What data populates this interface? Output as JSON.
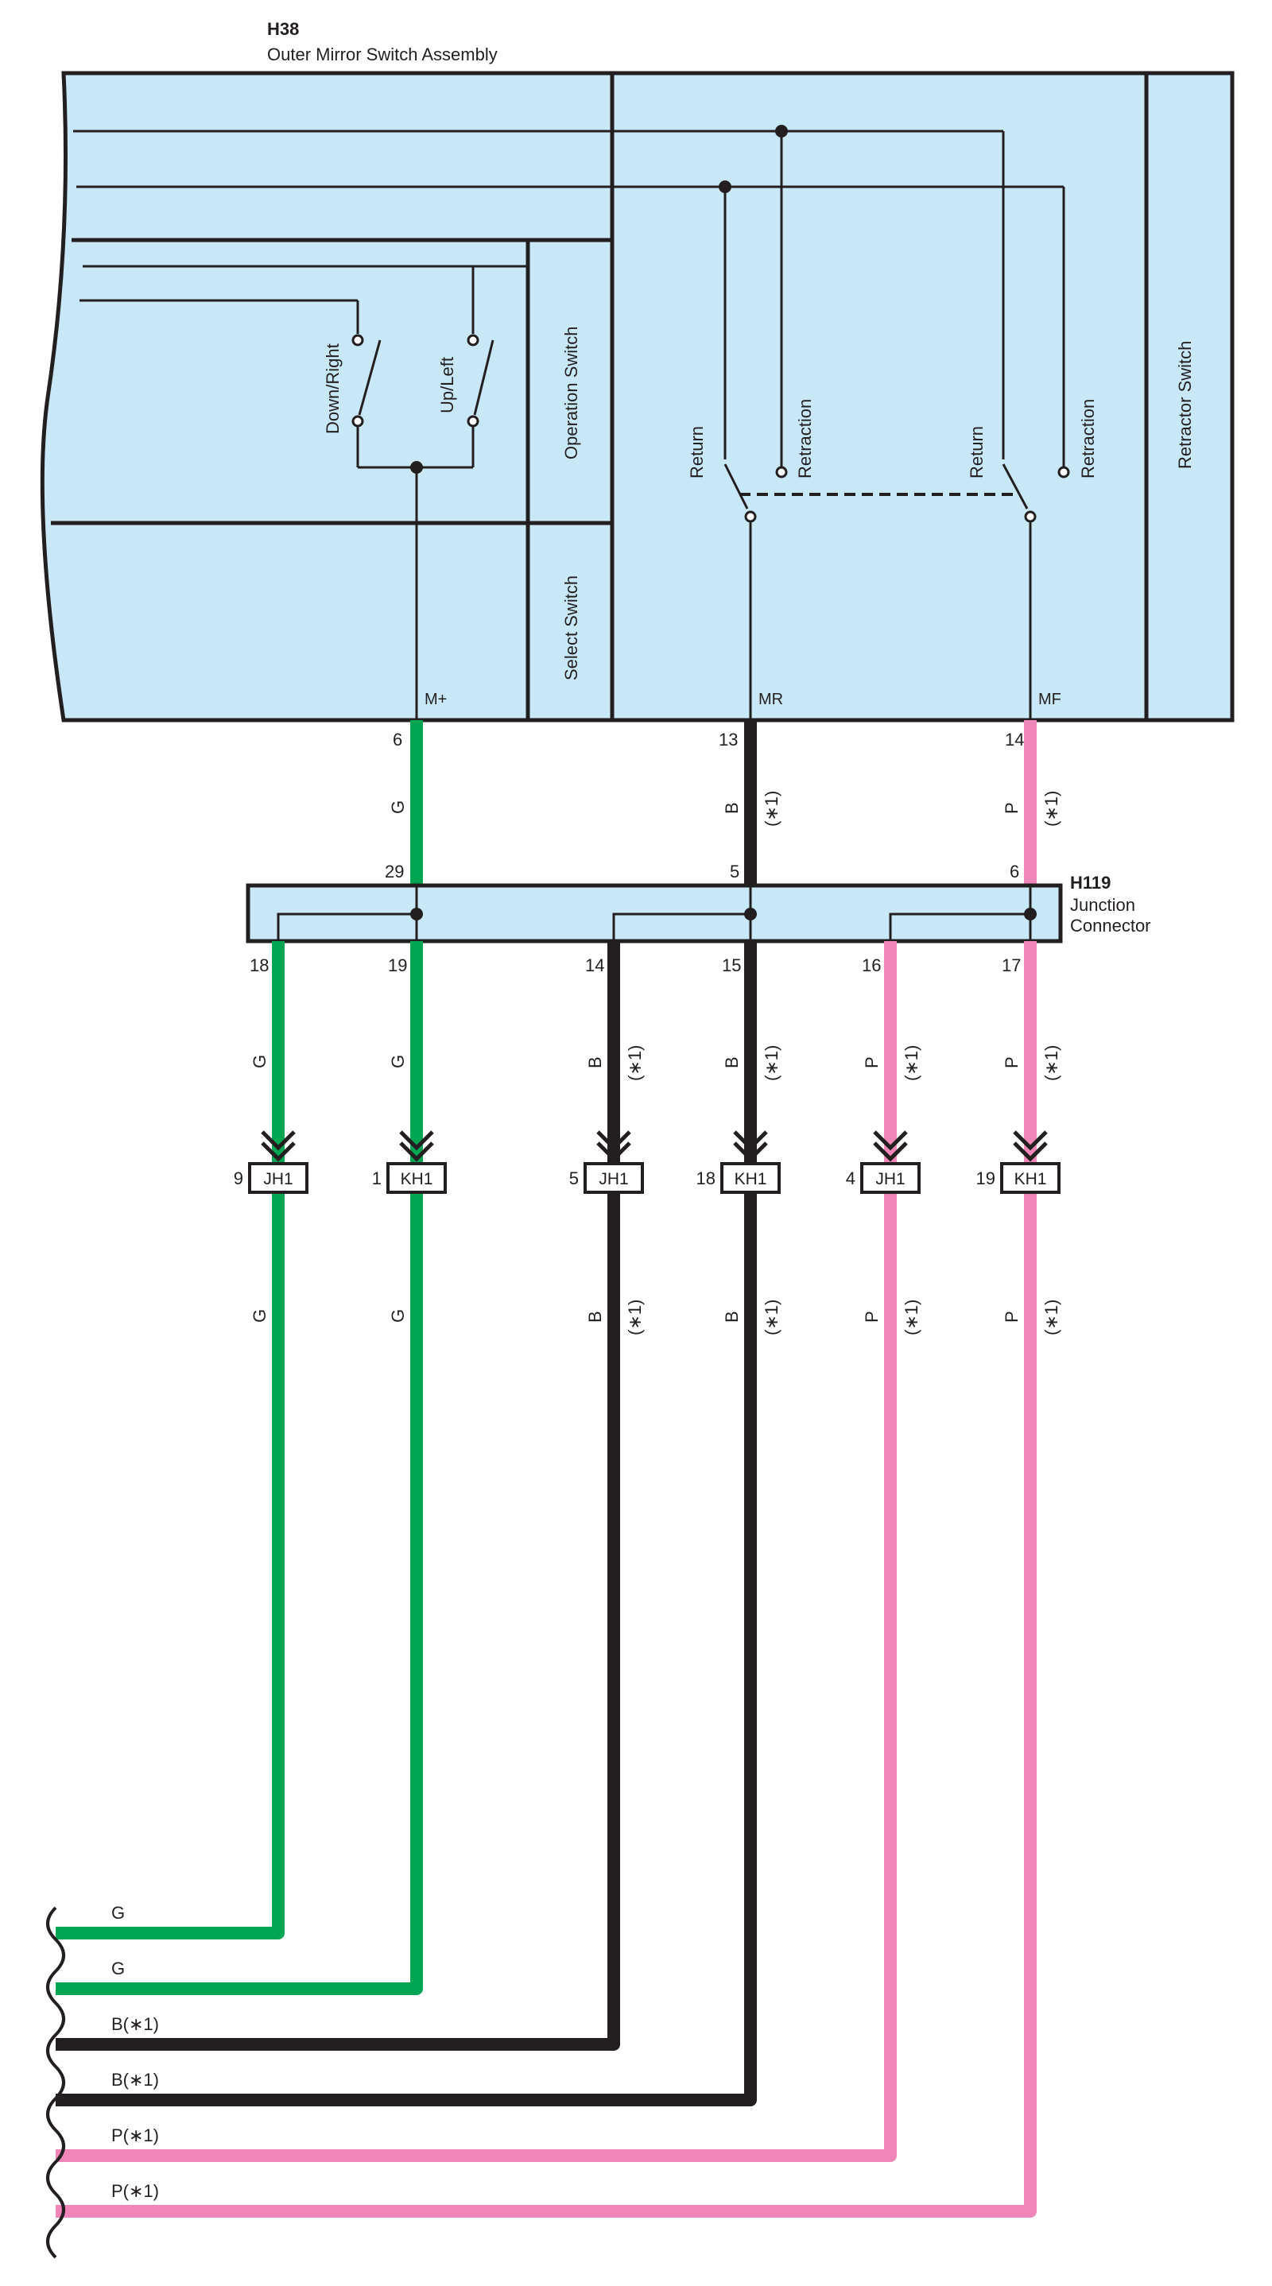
{
  "colors": {
    "G": "#00a651",
    "B": "#231f20",
    "P": "#ee86b8",
    "panel": "#c8e8f8"
  },
  "assembly": {
    "id": "H38",
    "name": "Outer Mirror Switch Assembly"
  },
  "switches": {
    "down_right": "Down/Right",
    "up_left": "Up/Left",
    "operation": "Operation Switch",
    "select": "Select Switch",
    "return": "Return",
    "retraction": "Retraction",
    "retractor": "Retractor Switch"
  },
  "terminals": {
    "m_plus": "M+",
    "mr": "MR",
    "mf": "MF"
  },
  "assembly_pins": {
    "m_plus": "6",
    "mr": "13",
    "mf": "14"
  },
  "junction": {
    "id": "H119",
    "name_line1": "Junction",
    "name_line2": "Connector",
    "in_pins": {
      "g": "29",
      "b": "5",
      "p": "6"
    }
  },
  "wire_code": {
    "g": "G",
    "b": "B",
    "p": "P",
    "note": "(∗1)"
  },
  "outputs": [
    {
      "pin": "18",
      "color": "G",
      "code": "G",
      "note": "",
      "conn_pin": "9",
      "conn": "JH1",
      "left_label": "G"
    },
    {
      "pin": "19",
      "color": "G",
      "code": "G",
      "note": "",
      "conn_pin": "1",
      "conn": "KH1",
      "left_label": "G"
    },
    {
      "pin": "14",
      "color": "B",
      "code": "B",
      "note": "(∗1)",
      "conn_pin": "5",
      "conn": "JH1",
      "left_label": "B(∗1)"
    },
    {
      "pin": "15",
      "color": "B",
      "code": "B",
      "note": "(∗1)",
      "conn_pin": "18",
      "conn": "KH1",
      "left_label": "B(∗1)"
    },
    {
      "pin": "16",
      "color": "P",
      "code": "P",
      "note": "(∗1)",
      "conn_pin": "4",
      "conn": "JH1",
      "left_label": "P(∗1)"
    },
    {
      "pin": "17",
      "color": "P",
      "code": "P",
      "note": "(∗1)",
      "conn_pin": "19",
      "conn": "KH1",
      "left_label": "P(∗1)"
    }
  ]
}
